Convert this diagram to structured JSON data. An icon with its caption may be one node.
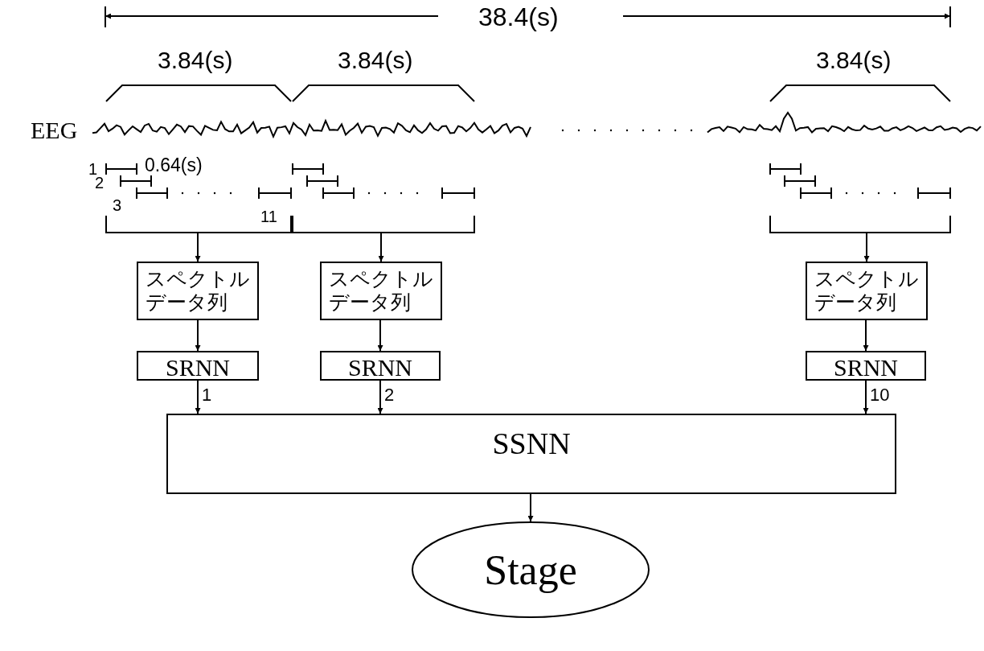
{
  "diagram": {
    "nodes": [
      {
        "text": [],
        "shape": "bracket"
      },
      {
        "text": [],
        "shape": "bracket"
      },
      {
        "text": [],
        "shape": "bracket"
      },
      {
        "text": [
          "スペクトルデータ列"
        ]
      },
      {
        "text": [
          "スペクトルデータ列"
        ]
      },
      {
        "text": [
          "スペクトルデータ列"
        ]
      },
      {
        "text": [
          "SRNN"
        ]
      },
      {
        "text": [
          "SRNN"
        ]
      },
      {
        "text": [
          "SRNN"
        ]
      },
      {
        "text": [
          "SSNN"
        ]
      },
      {
        "text": [
          "Stage"
        ]
      }
    ],
    "edges": [
      {
        "from": 0,
        "to": 3,
        "arrow": "to"
      },
      {
        "from": 1,
        "to": 4,
        "arrow": "to"
      },
      {
        "from": 2,
        "to": 5,
        "arrow": "to"
      },
      {
        "from": 3,
        "to": 6,
        "arrow": "to"
      },
      {
        "from": 4,
        "to": 7,
        "arrow": "to"
      },
      {
        "from": 5,
        "to": 8,
        "arrow": "to"
      },
      {
        "from": 6,
        "to": 9,
        "arrow": "to",
        "label": "1"
      },
      {
        "from": 7,
        "to": 9,
        "arrow": "to",
        "label": "2"
      },
      {
        "from": 8,
        "to": 9,
        "arrow": "to",
        "label": "10"
      },
      {
        "from": 9,
        "to": 10,
        "arrow": "to"
      }
    ],
    "labels": [
      "38.4(s)",
      "3.84(s)",
      "3.84(s)",
      "3.84(s)",
      "EEG",
      "1",
      "0.64(s)",
      "2",
      "3",
      "11"
    ]
  }
}
